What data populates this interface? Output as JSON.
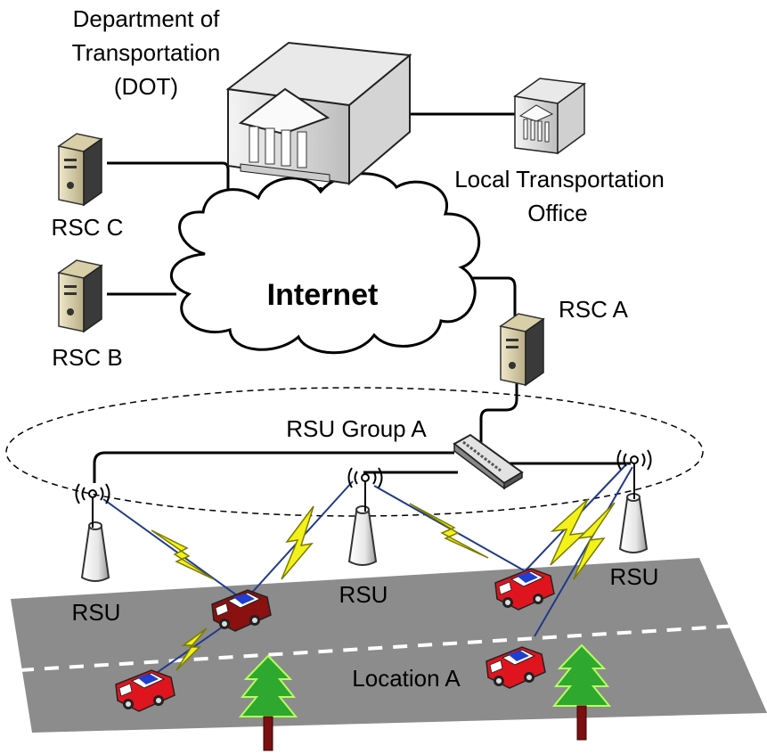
{
  "diagram": {
    "dot_label_line1": "Department of",
    "dot_label_line2": "Transportation",
    "dot_label_line3": "(DOT)",
    "local_office_line1": "Local Transportation",
    "local_office_line2": "Office",
    "internet_label": "Internet",
    "rsc_c_label": "RSC C",
    "rsc_b_label": "RSC B",
    "rsc_a_label": "RSC A",
    "rsu_group_label": "RSU Group A",
    "rsu_label_1": "RSU",
    "rsu_label_2": "RSU",
    "rsu_label_3": "RSU",
    "location_label": "Location A"
  },
  "colors": {
    "road": "#8c8c8c",
    "lightning": "#f2f21a",
    "link_blue": "#1f3a8a",
    "tree_green": "#2ea82e",
    "car_red": "#e0141e",
    "car_dark_red": "#8b1010",
    "car_blue": "#1f3fd0"
  }
}
